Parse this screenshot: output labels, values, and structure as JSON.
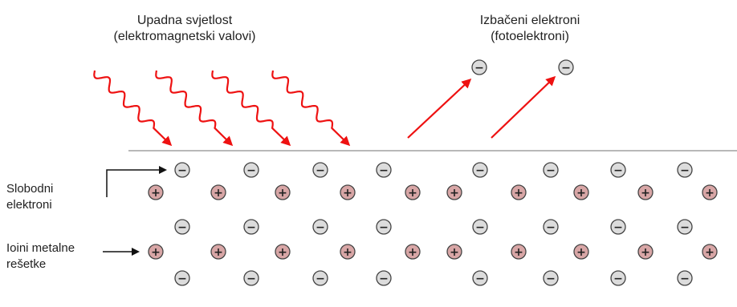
{
  "labels": {
    "incident_light": [
      "Upadna svjetlost",
      "(elektromagnetski valovi)"
    ],
    "ejected_electrons": [
      "Izbačeni elektroni",
      "(fotoelektroni)"
    ],
    "free_electrons": [
      "Slobodni",
      "elektroni"
    ],
    "lattice_ions": [
      "Ioini metalne",
      "rešetke"
    ]
  },
  "symbols": {
    "electron": "−",
    "ion": "+"
  },
  "colors": {
    "light_ray": "#ee1111",
    "electron_fill": "#dcdcdc",
    "ion_fill": "#d8a6a6",
    "surface_line": "#b8b8b8",
    "pointer_arrow": "#111111"
  },
  "counts": {
    "incident_waves": 4,
    "ejected_electrons": 2
  }
}
